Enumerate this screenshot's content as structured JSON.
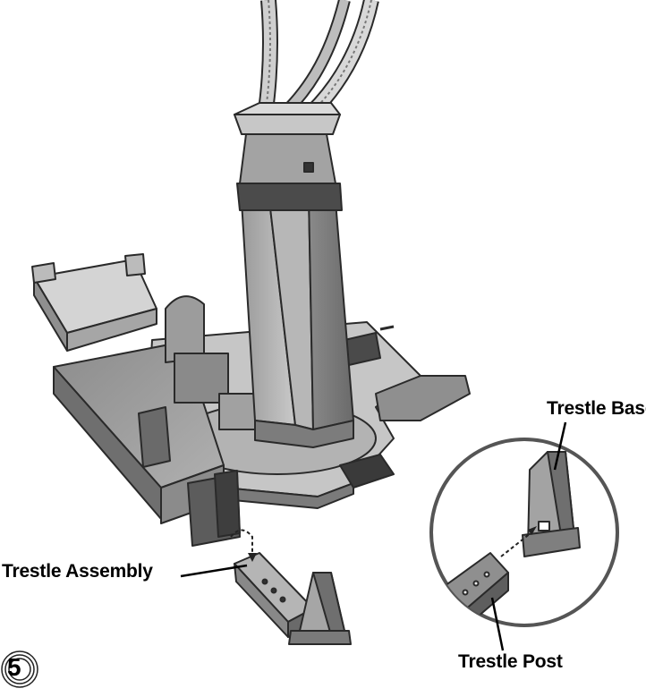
{
  "labels": {
    "trestle_assembly": "Trestle Assembly",
    "trestle_base": "Trestle Base",
    "trestle_post": "Trestle Post"
  },
  "step": {
    "number": "5"
  },
  "colors": {
    "light_gray": "#d4d4d4",
    "mid_gray": "#a9a9a9",
    "dark_gray": "#6e6e6e",
    "darkest": "#3c3c3c",
    "outline": "#2a2a2a",
    "circle_stroke": "#555555"
  }
}
